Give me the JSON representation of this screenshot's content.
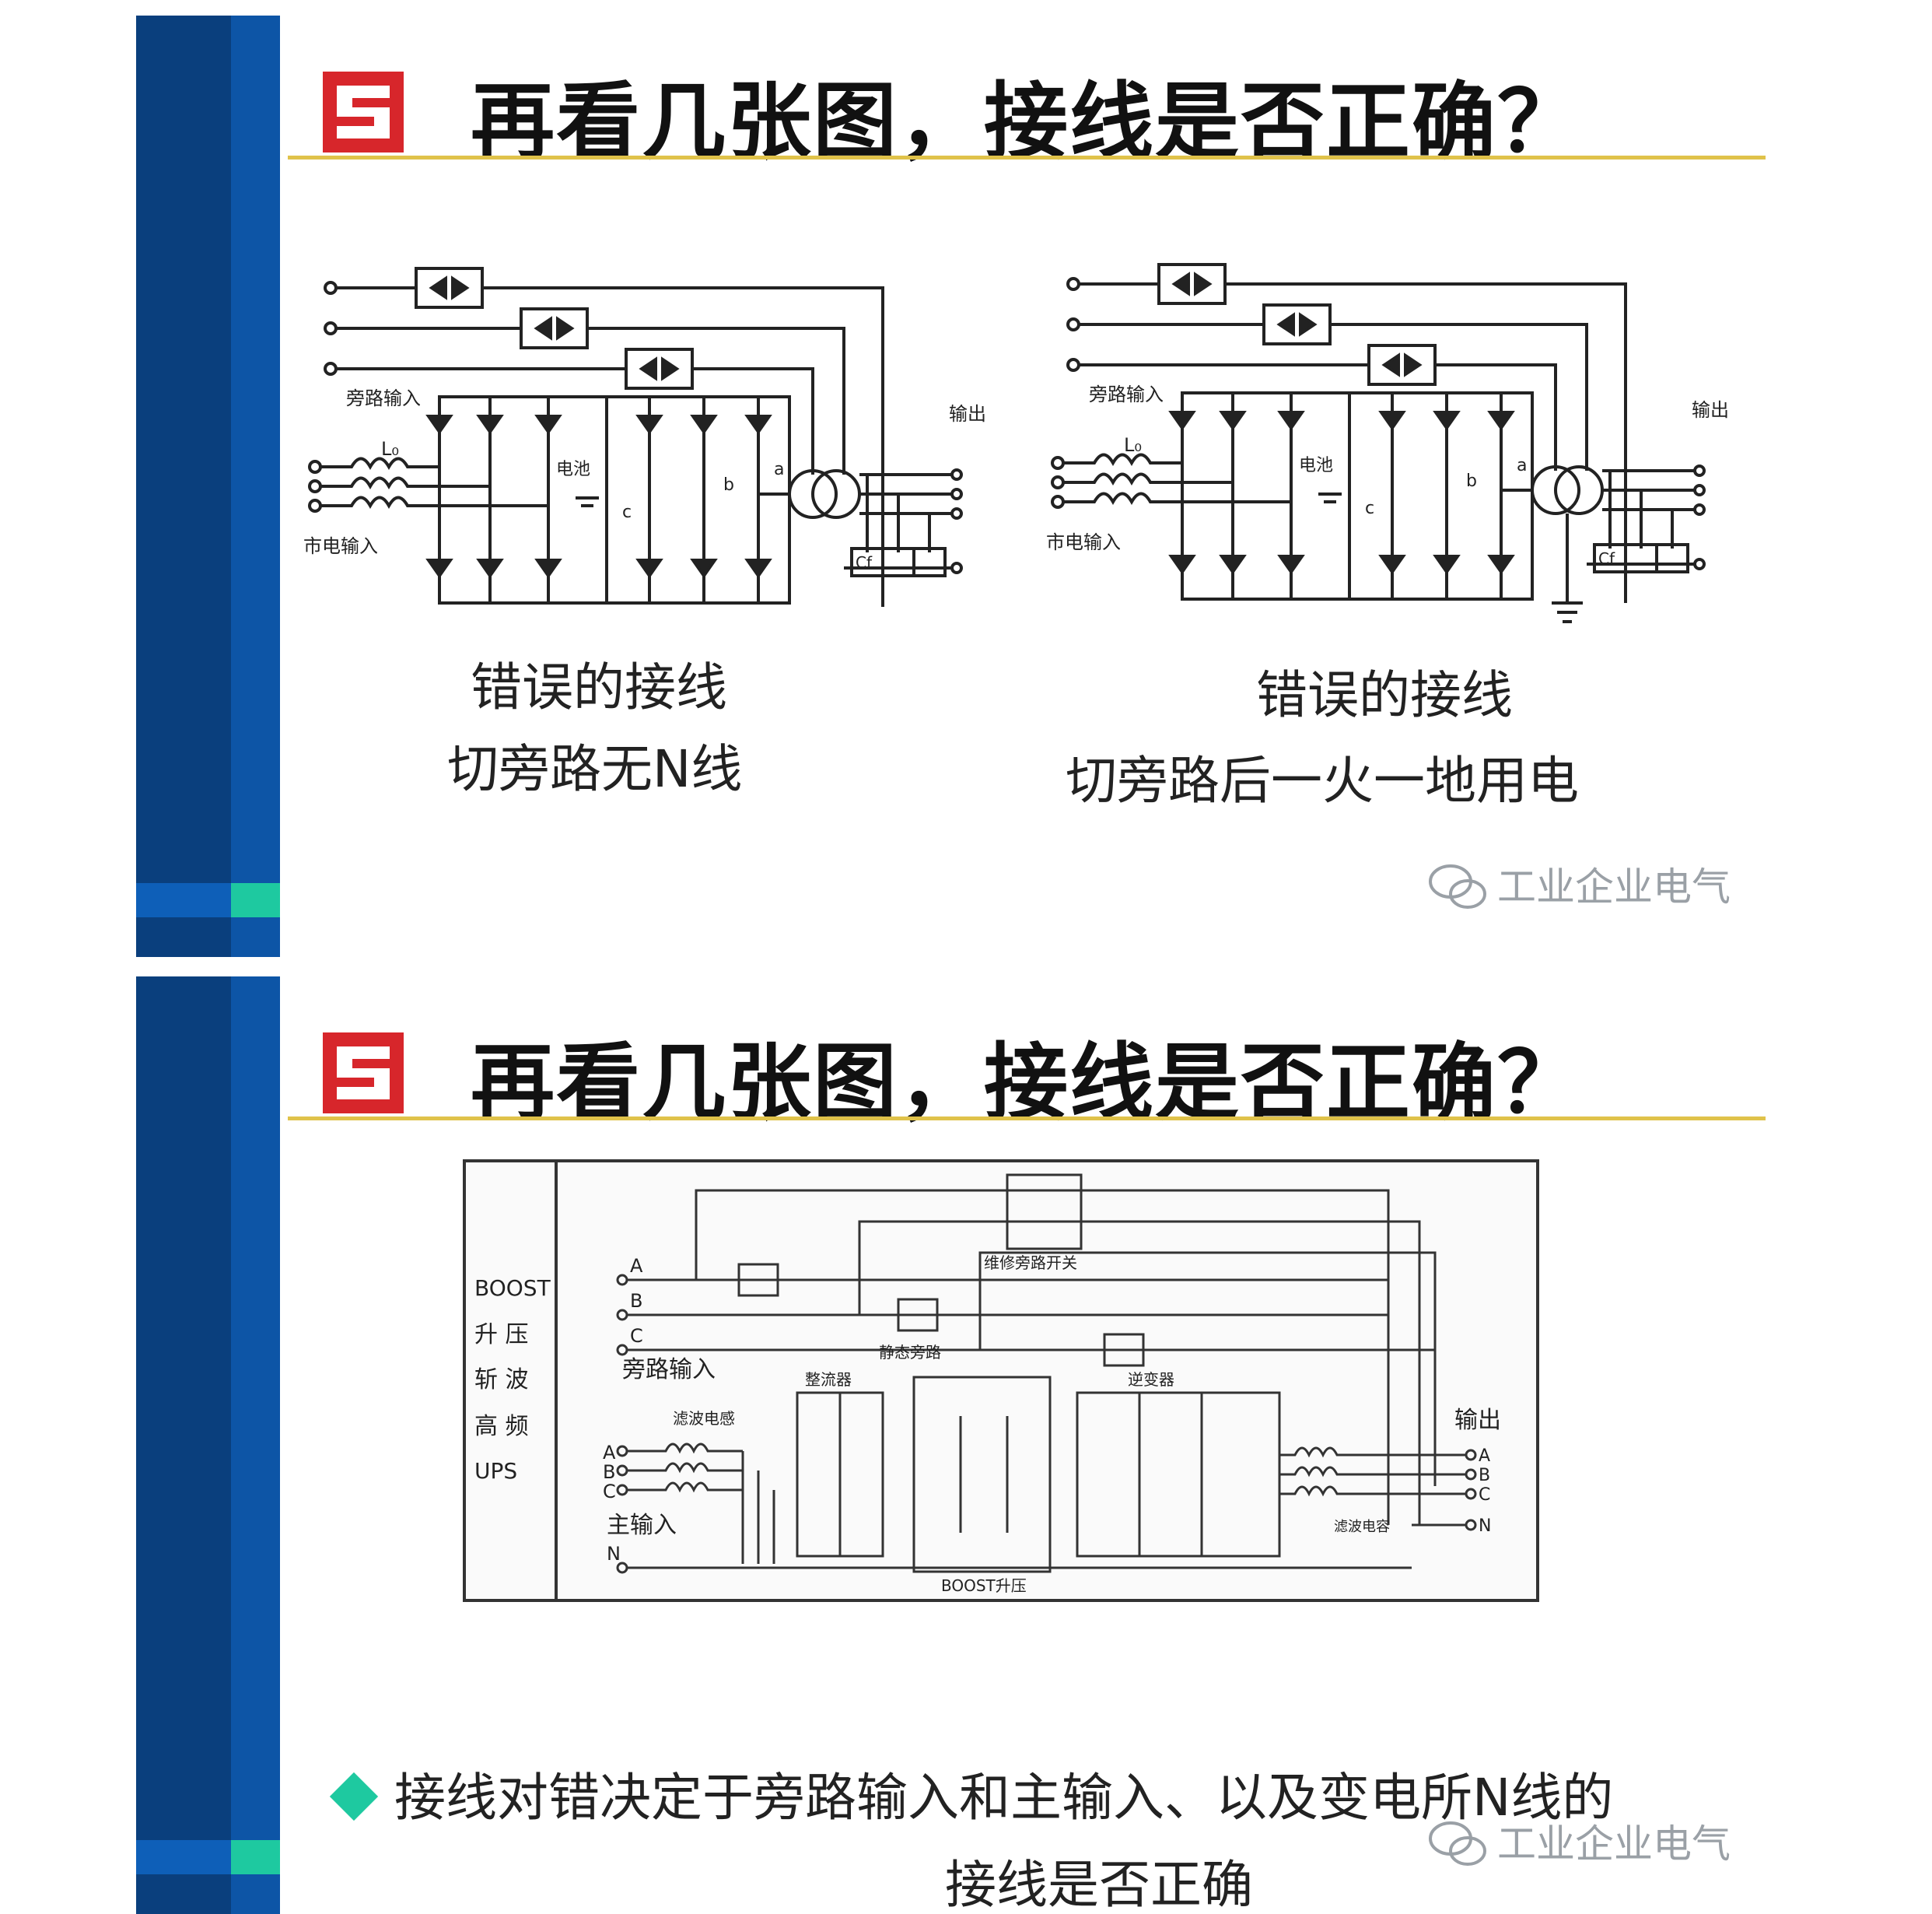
{
  "slides": [
    {
      "title": "再看几张图，接线是否正确？",
      "diagrams": [
        {
          "labels": {
            "bypass": "旁路输入",
            "mains": "市电输入",
            "output": "输出",
            "battery": "电池",
            "inductor": "L₀",
            "cap": "Cf",
            "a": "a",
            "b": "b",
            "c": "c"
          },
          "caption_line1": "错误的接线",
          "caption_line2": "切旁路无N线"
        },
        {
          "labels": {
            "bypass": "旁路输入",
            "mains": "市电输入",
            "output": "输出",
            "battery": "电池",
            "inductor": "L₀",
            "cap": "Cf",
            "a": "a",
            "b": "b",
            "c": "c"
          },
          "caption_line1": "错误的接线",
          "caption_line2": "切旁路后一火一地用电"
        }
      ],
      "watermark": "工业企业电气"
    },
    {
      "title": "再看几张图，接线是否正确？",
      "diagram": {
        "side_labels": [
          "BOOST",
          "升 压",
          "斩 波",
          "高 频",
          "UPS"
        ],
        "bypass_phases": [
          "A",
          "B",
          "C"
        ],
        "bypass_input": "旁路输入",
        "maint_switch": "维修旁路开关",
        "static_bypass": "静态旁路",
        "rectifier": "整流器",
        "inverter": "逆变器",
        "filter_inductor": "滤波电感",
        "main_phases": [
          "A",
          "B",
          "C"
        ],
        "main_input": "主输入",
        "neutral": "N",
        "boost": "BOOST升压",
        "output": "输出",
        "output_phases": [
          "A",
          "B",
          "C",
          "N"
        ],
        "filter_cap": "滤波电容"
      },
      "bullet_line1": "接线对错决定于旁路输入和主输入、以及变电所N线的",
      "bullet_line2": "接线是否正确",
      "watermark": "工业企业电气"
    }
  ],
  "colors": {
    "sidebar": "#0b4a8f",
    "accent": "#1ec9a0",
    "rule": "#e0c24a",
    "logo": "#d7262b"
  }
}
